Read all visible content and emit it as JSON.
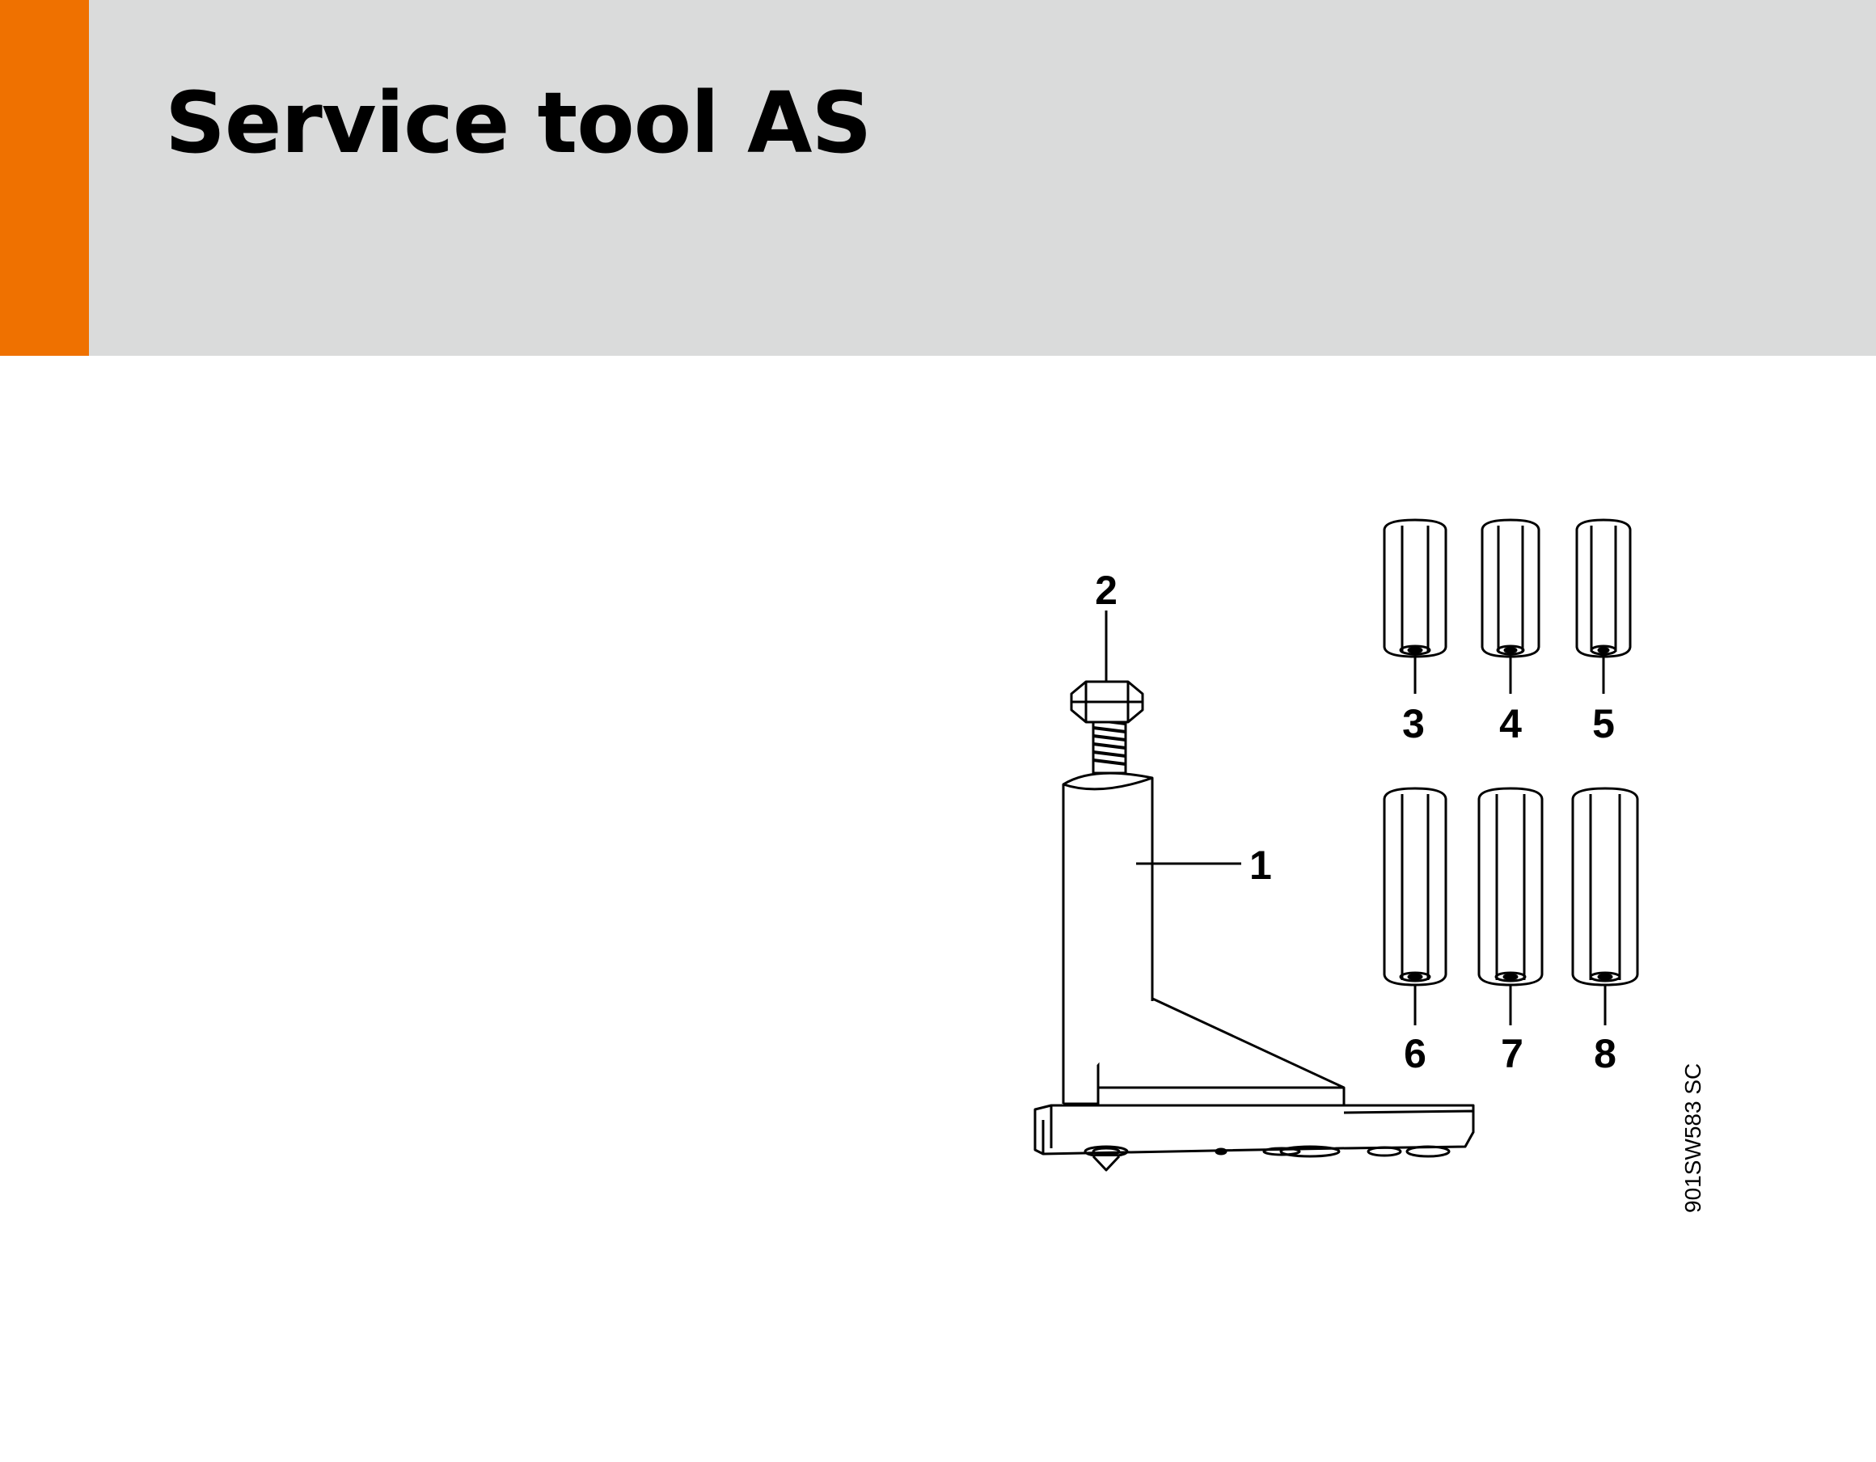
{
  "header": {
    "title": "Service tool AS",
    "background_color": "#dadbdb",
    "accent_color": "#ef7100"
  },
  "figure": {
    "callouts": [
      {
        "id": "1",
        "label": "1"
      },
      {
        "id": "2",
        "label": "2"
      },
      {
        "id": "3",
        "label": "3"
      },
      {
        "id": "4",
        "label": "4"
      },
      {
        "id": "5",
        "label": "5"
      },
      {
        "id": "6",
        "label": "6"
      },
      {
        "id": "7",
        "label": "7"
      },
      {
        "id": "8",
        "label": "8"
      }
    ],
    "code": "901SW583 SC"
  }
}
